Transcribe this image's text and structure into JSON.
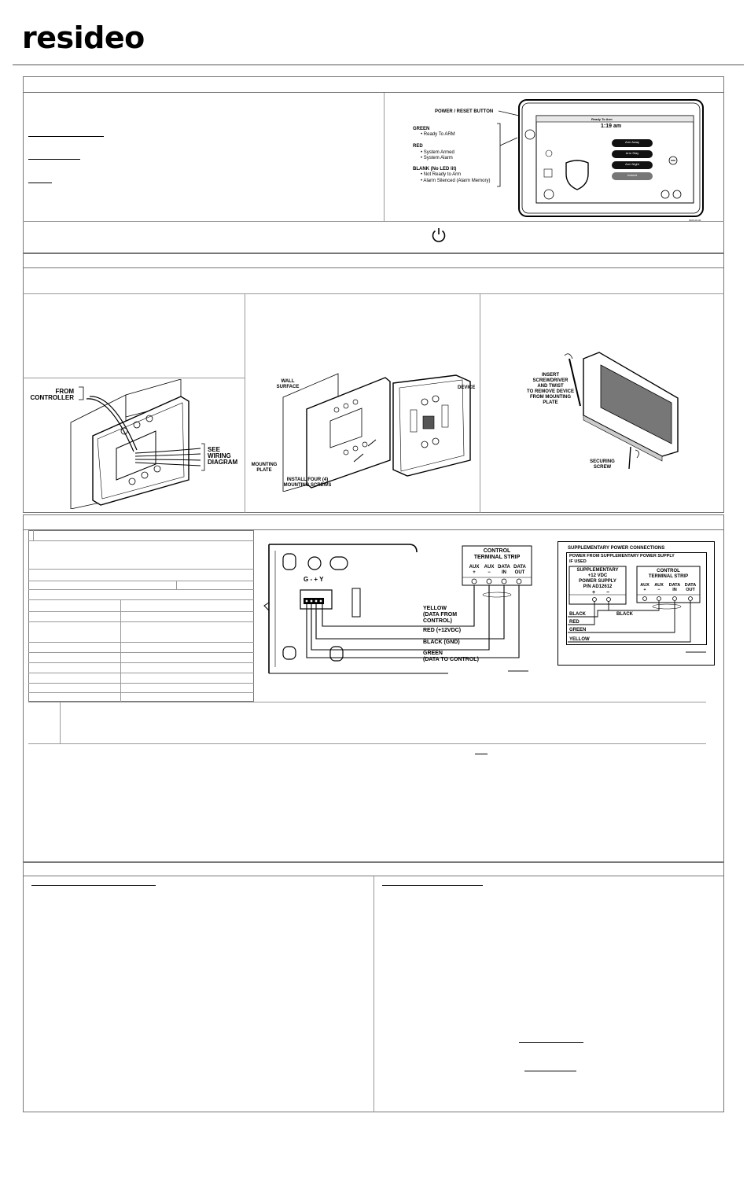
{
  "brand": {
    "logo": "resideo"
  },
  "section1": {
    "callout_power": "POWER / RESET BUTTON",
    "led_green_title": "GREEN",
    "led_green_items": [
      "• Ready To ARM"
    ],
    "led_red_title": "RED",
    "led_red_items": [
      "• System Armed",
      "• System Alarm"
    ],
    "led_blank_title": "BLANK (No LED lit)",
    "led_blank_items": [
      "• Not Ready to Arm",
      "• Alarm Silenced (Alarm Memory)"
    ],
    "screen_status": "Ready To Arm",
    "screen_time": "1:19 am",
    "screen_button_1": "Arm Away",
    "screen_button_2": "Arm Stay",
    "screen_button_3": "Arm Night",
    "screen_button_4": "Instant",
    "figure_id": "0000-00-00"
  },
  "section2": {
    "fig1_label_controller": "FROM\nCONTROLLER",
    "fig1_label_wiring": "SEE\nWIRING\nDIAGRAM",
    "fig2_label_wall": "WALL\nSURFACE",
    "fig2_label_device": "DEVICE",
    "fig2_label_plate": "MOUNTING\nPLATE",
    "fig2_label_screws": "INSTALL FOUR (4)\nMOUNTING SCREWS",
    "fig3_label_insert": "INSERT\nSCREWDRIVER\nAND TWIST\nTO REMOVE DEVICE\nFROM MOUNTING\nPLATE",
    "fig3_label_screw": "SECURING\nSCREW"
  },
  "section3": {
    "wiring_terminals_label": "G - + Y",
    "control_strip_title": "CONTROL\nTERMINAL STRIP",
    "control_strip_cols": [
      "AUX\n+",
      "AUX\n−",
      "DATA\nIN",
      "DATA\nOUT"
    ],
    "wire_yellow": "YELLOW\n(DATA FROM\nCONTROL)",
    "wire_red": "RED (+12VDC)",
    "wire_black": "BLACK (GND)",
    "wire_green": "GREEN\n(DATA TO CONTROL)",
    "supp_title": "SUPPLEMENTARY POWER CONNECTIONS",
    "supp_subtitle": "POWER FROM SUPPLEMENTARY POWER SUPPLY\nIF USED",
    "supp_ps_title": "SUPPLEMENTARY\n+12 VDC\nPOWER SUPPLY\nP/N AD12612",
    "supp_ps_cols": [
      "+",
      "−"
    ],
    "supp_ctrl_title": "CONTROL\nTERMINAL STRIP",
    "supp_ctrl_cols": [
      "AUX\n+",
      "AUX\n−",
      "DATA\nIN",
      "DATA\nOUT"
    ],
    "supp_black_1": "BLACK",
    "supp_black_2": "BLACK",
    "supp_red": "RED",
    "supp_green": "GREEN",
    "supp_yellow": "YELLOW"
  }
}
